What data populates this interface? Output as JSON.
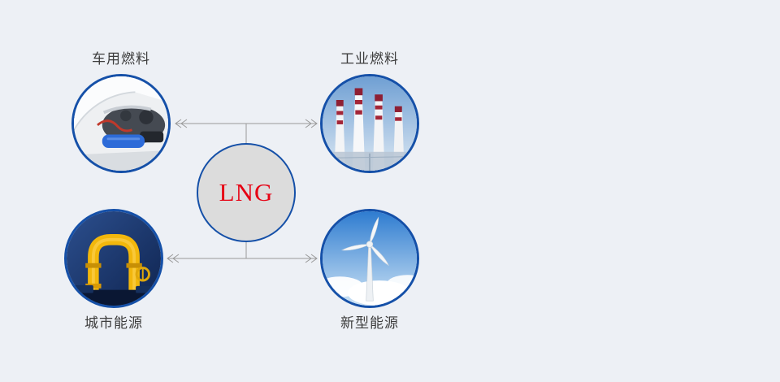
{
  "diagram": {
    "center": {
      "label": "LNG",
      "text_color": "#e60113"
    },
    "nodes": [
      {
        "label": "车用燃料",
        "image": "car-engine",
        "position": "top-left"
      },
      {
        "label": "工业燃料",
        "image": "industrial-chimneys",
        "position": "top-right"
      },
      {
        "label": "城市能源",
        "image": "yellow-gas-pipes",
        "position": "bottom-left"
      },
      {
        "label": "新型能源",
        "image": "wind-turbine",
        "position": "bottom-right"
      }
    ],
    "colors": {
      "background": "#edf0f5",
      "circle_border": "#1550a8",
      "center_fill": "#dcdcdc",
      "connector": "#999999",
      "label_text": "#3d3d3d"
    }
  }
}
